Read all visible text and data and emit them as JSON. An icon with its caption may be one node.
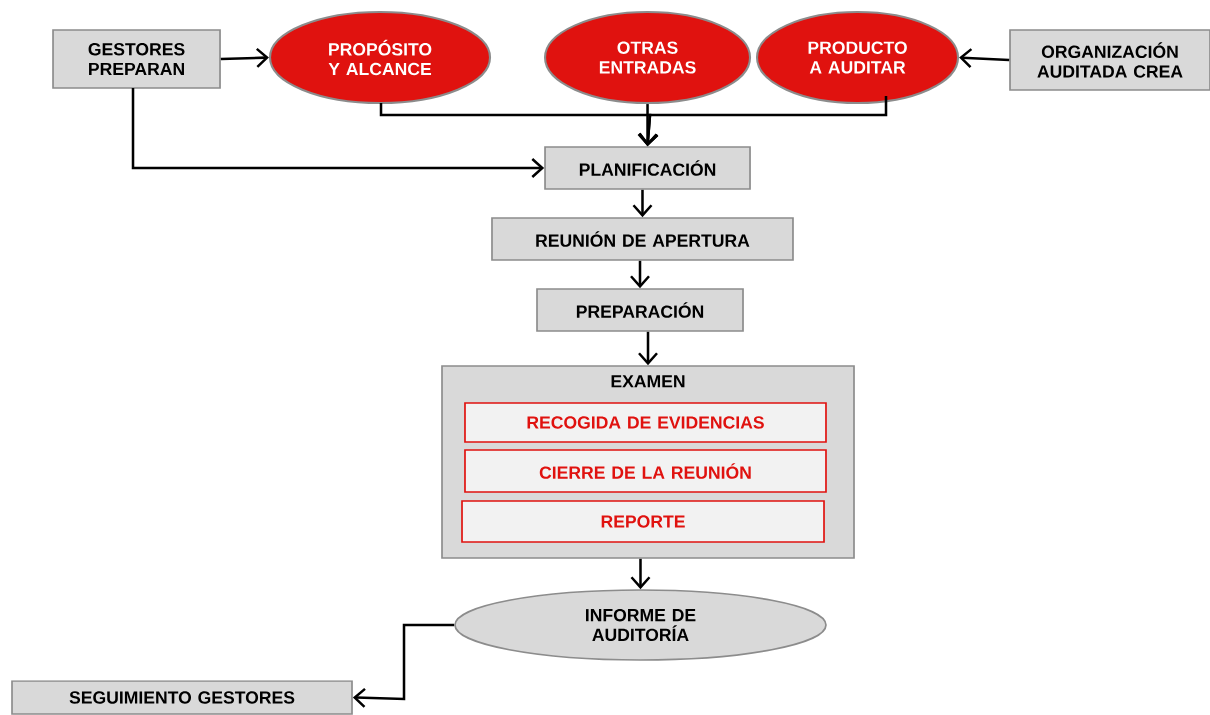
{
  "diagram": {
    "nodes": [
      {
        "text": [
          "GESTORES PREPARAN"
        ]
      },
      {
        "text": [
          "PROPÓSITO Y ALCANCE"
        ]
      },
      {
        "text": [
          "OTRAS ENTRADAS"
        ]
      },
      {
        "text": [
          "PRODUCTO A AUDITAR"
        ]
      },
      {
        "text": [
          "ORGANIZACIÓN AUDITADA CREA"
        ]
      },
      {
        "text": [
          "PLANIFICACIÓN"
        ]
      },
      {
        "text": [
          "REUNIÓN DE APERTURA"
        ]
      },
      {
        "text": [
          "PREPARACIÓN"
        ]
      },
      {
        "text": [
          "EXAMEN"
        ]
      },
      {
        "text": [
          "RECOGIDA DE EVIDENCIAS"
        ],
        "in": 8
      },
      {
        "text": [
          "CIERRE DE LA REUNIÓN"
        ],
        "in": 8
      },
      {
        "text": [
          "REPORTE"
        ],
        "in": 8
      },
      {
        "text": [
          "INFORME DE AUDITORÍA"
        ]
      },
      {
        "text": [
          "SEGUIMIENTO GESTORES"
        ]
      }
    ],
    "edges": [
      {
        "from": 0,
        "to": 1,
        "arrow": "to"
      },
      {
        "from": 4,
        "to": 3,
        "arrow": "to"
      },
      {
        "from": 1,
        "to": 5,
        "arrow": "to"
      },
      {
        "from": 2,
        "to": 5,
        "arrow": "to"
      },
      {
        "from": 3,
        "to": 5,
        "arrow": "to"
      },
      {
        "from": 0,
        "to": 5,
        "arrow": "to"
      },
      {
        "from": 5,
        "to": 6,
        "arrow": "to"
      },
      {
        "from": 6,
        "to": 7,
        "arrow": "to"
      },
      {
        "from": 7,
        "to": 8,
        "arrow": "to"
      },
      {
        "from": 8,
        "to": 12,
        "arrow": "to"
      },
      {
        "from": 12,
        "to": 13,
        "arrow": "to"
      }
    ]
  }
}
